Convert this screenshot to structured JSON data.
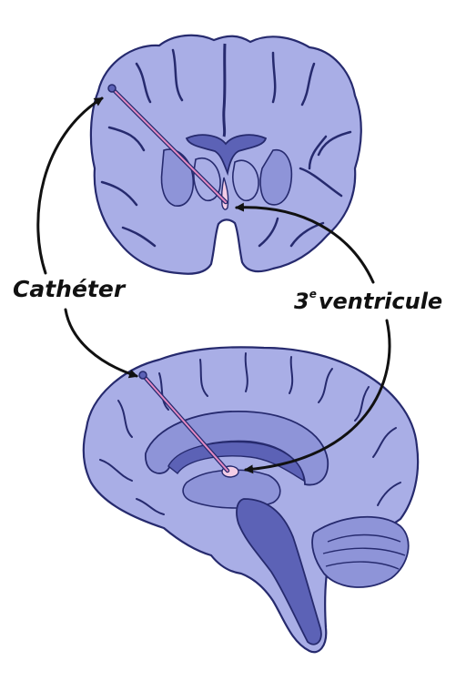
{
  "labels": {
    "catheter": "Cathéter",
    "ventricle_number": "3",
    "ventricle_superscript": "e",
    "ventricle_word": "ventricule"
  },
  "colors": {
    "brain_fill": "#a9aee6",
    "brain_mid": "#8e94d8",
    "brain_dark": "#5c62b6",
    "outline": "#262a6e",
    "catheter_pink": "#e48bc3",
    "ventricle_highlight": "#f3cde6",
    "arrow": "#111111"
  }
}
